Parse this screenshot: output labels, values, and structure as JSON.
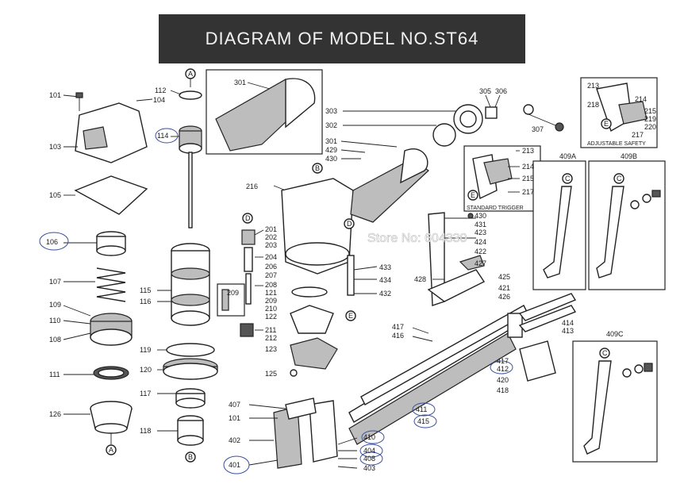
{
  "title": "DIAGRAM OF MODEL NO.ST64",
  "watermark": "Store No: 604330",
  "captions": {
    "standard_trigger": "STANDARD TRIGGER",
    "adjustable_safety": "ADJUSTABLE SAFETY"
  },
  "callouts": {
    "A": "A",
    "B": "B",
    "C": "C",
    "D": "D",
    "E": "E"
  },
  "parts": {
    "p101a": "101",
    "p104": "104",
    "p103": "103",
    "p105": "105",
    "p106": "106",
    "p107": "107",
    "p109": "109",
    "p110": "110",
    "p108": "108",
    "p111": "111",
    "p126": "126",
    "p112": "112",
    "p114": "114",
    "p115": "115",
    "p116": "116",
    "p119": "119",
    "p120": "120",
    "p117": "117",
    "p118": "118",
    "p301a": "301",
    "p303": "303",
    "p302": "302",
    "p301b": "301",
    "p429": "429",
    "p430a": "430",
    "p305": "305",
    "p306": "306",
    "p307": "307",
    "p216": "216",
    "p201": "201",
    "p202": "202",
    "p203": "203",
    "p204": "204",
    "p206": "206",
    "p207": "207",
    "p208": "208",
    "p121": "121",
    "p209a": "209",
    "p209b": "209",
    "p210": "210",
    "p122": "122",
    "p211": "211",
    "p212": "212",
    "p123": "123",
    "p125": "125",
    "p433": "433",
    "p434": "434",
    "p432": "432",
    "p213a": "213",
    "p214a": "214",
    "p215a": "215",
    "p217a": "217",
    "p213b": "213",
    "p218": "218",
    "p214b": "214",
    "p215b": "215",
    "p219": "219",
    "p220": "220",
    "p217b": "217",
    "p409A": "409A",
    "p409B": "409B",
    "p409C": "409C",
    "p430b": "430",
    "p431": "431",
    "p423": "423",
    "p424": "424",
    "p422": "422",
    "p427": "427",
    "p428": "428",
    "p425": "425",
    "p421": "421",
    "p426": "426",
    "p417a": "417",
    "p416": "416",
    "p414": "414",
    "p413": "413",
    "p417b": "417",
    "p412": "412",
    "p420": "420",
    "p418": "418",
    "p407": "407",
    "p101b": "101",
    "p402": "402",
    "p401": "401",
    "p411": "411",
    "p415": "415",
    "p410": "410",
    "p404": "404",
    "p408": "408",
    "p403": "403"
  }
}
